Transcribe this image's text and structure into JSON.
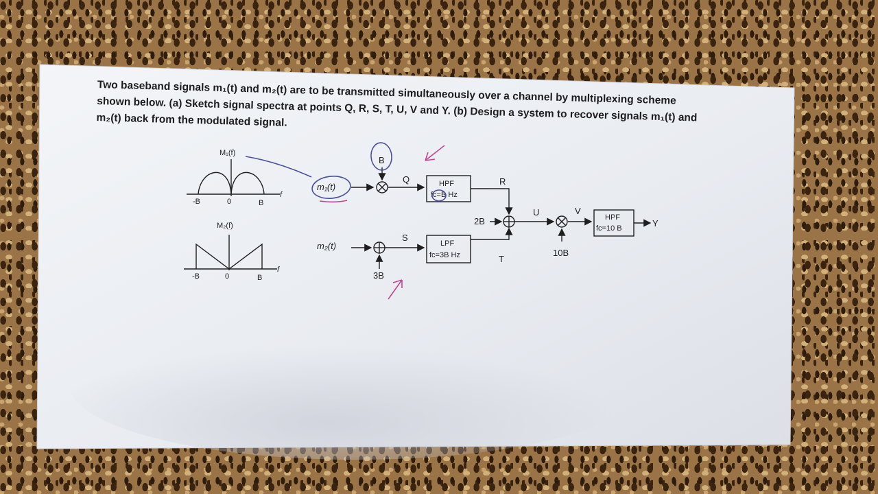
{
  "question": {
    "line1": "Two baseband signals m₁(t) and m₂(t) are to be transmitted simultaneously over a channel by multiplexing scheme",
    "line2": "shown below. (a) Sketch signal spectra at points Q, R, S, T, U, V and Y. (b) Design a system to recover signals m₁(t) and",
    "line3": "m₂(t) back from the modulated signal."
  },
  "spectra": {
    "m1": {
      "title": "M₁(f)",
      "neg": "-B",
      "zero": "0",
      "pos": "B",
      "axis": "f"
    },
    "m2": {
      "title": "M₂(f)",
      "neg": "-B",
      "zero": "0",
      "pos": "B",
      "axis": "f"
    }
  },
  "diagram": {
    "input1": "m₁(t)",
    "input2": "m₂(t)",
    "carrier1": "B",
    "carrier2": "3B",
    "carrier3": "2B",
    "carrier4": "10B",
    "point_q": "Q",
    "point_r": "R",
    "point_s": "S",
    "point_t": "T",
    "point_u": "U",
    "point_v": "V",
    "output": "Y",
    "hpf1_name": "HPF",
    "hpf1_cutoff": "fc=B Hz",
    "lpf_name": "LPF",
    "lpf_cutoff": "fc=3B Hz",
    "hpf2_name": "HPF",
    "hpf2_cutoff": "fc=10 B"
  },
  "colors": {
    "paper": "#eceff4",
    "ink": "#1f1f1f",
    "annotation_blue": "#4a4f9c",
    "annotation_pink": "#c2488e",
    "carpet": "#9a7446"
  }
}
